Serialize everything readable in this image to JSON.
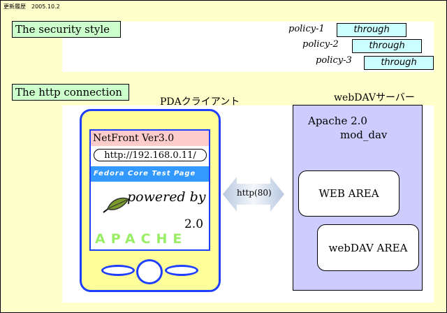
{
  "header": {
    "note": "更新履歴　2005.10.2"
  },
  "sections": {
    "security": "The security style",
    "http": "The http connection"
  },
  "policies": [
    {
      "label": "policy-1",
      "value": "through"
    },
    {
      "label": "policy-2",
      "value": "through"
    },
    {
      "label": "policy-3",
      "value": "through"
    }
  ],
  "client": {
    "title": "PDAクライアント",
    "browser": "NetFront Ver3.0",
    "url": "http://192.168.0.11/",
    "banner": "Fedora Core Test Page",
    "powered": "powered by",
    "version": "2.0",
    "apache": "APACHE"
  },
  "connection": {
    "label": "http(80)"
  },
  "server": {
    "title": "webDAVサーバー",
    "software": "Apache 2.0",
    "module": "mod_dav",
    "areas": [
      "WEB AREA",
      "webDAV AREA"
    ]
  },
  "colors": {
    "background": "#ffffcc",
    "section_label": "#ccffcc",
    "policy_box": "#ccffff",
    "pda_body": "#ffff99",
    "pda_border": "#1f3fff",
    "browser_title": "#ffcccc",
    "banner": "#3399ff",
    "apache_text": "#99ee66",
    "server_box": "#ccccff"
  },
  "icons": {
    "logo": "apache-feather-icon",
    "arrow": "double-arrow-icon"
  }
}
